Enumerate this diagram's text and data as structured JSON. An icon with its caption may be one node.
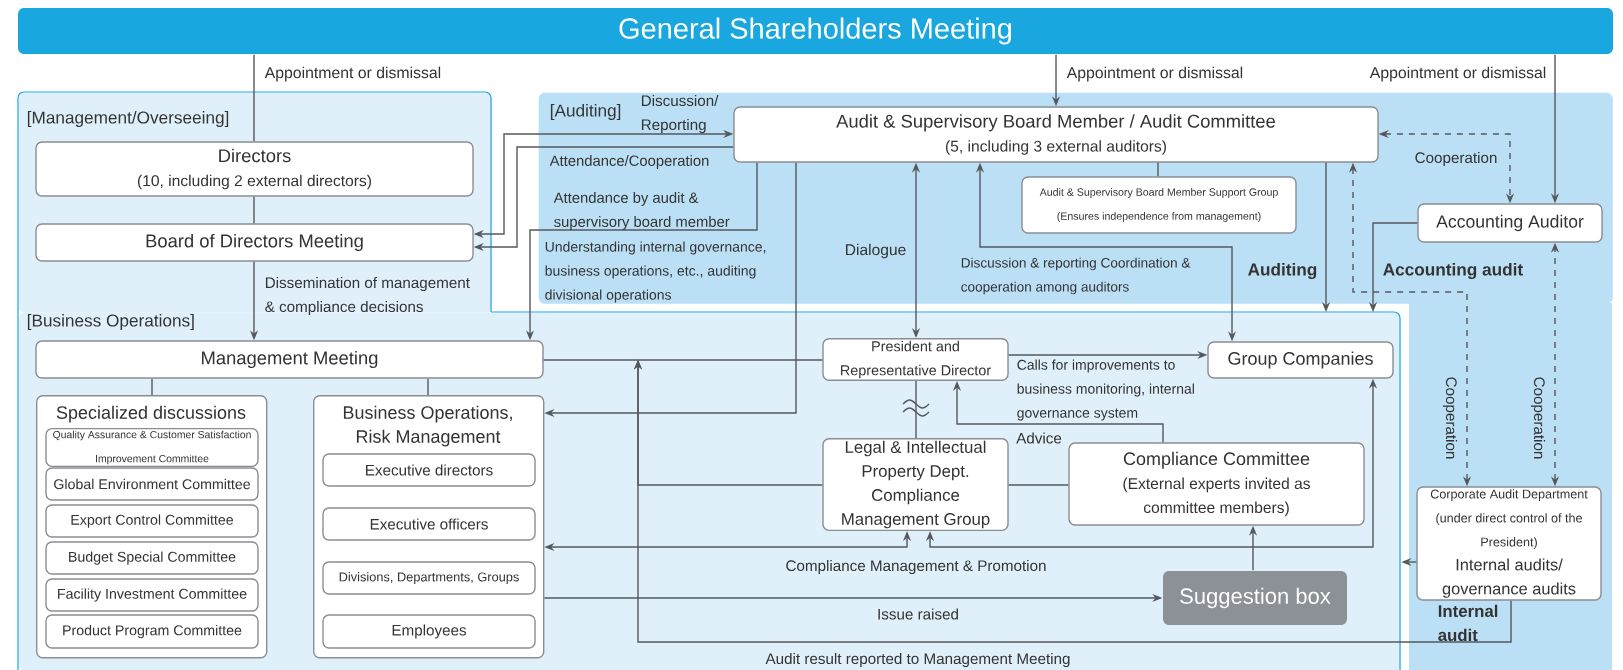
{
  "diagram": {
    "nodes": [
      {
        "text": [
          "General Shareholders Meeting"
        ]
      },
      {
        "text": [
          "[Management/Overseeing]"
        ]
      },
      {
        "text": [
          "Directors",
          "(10, including 2 external directors)"
        ],
        "in": 1
      },
      {
        "text": [
          "Board of Directors Meeting"
        ],
        "in": 1
      },
      {
        "text": [
          "[Auditing]"
        ]
      },
      {
        "text": [
          "Audit & Supervisory Board Member / Audit Committee",
          "(5, including 3 external auditors)"
        ],
        "in": 4
      },
      {
        "text": [
          "Audit & Supervisory Board Member Support Group",
          "(Ensures independence from management)"
        ],
        "in": 4
      },
      {
        "text": [
          "Accounting Auditor"
        ],
        "in": 4
      },
      {
        "text": [
          "[Business Operations]"
        ]
      },
      {
        "text": [
          "Management Meeting"
        ],
        "in": 8
      },
      {
        "text": [
          "Specialized discussions"
        ],
        "in": 8
      },
      {
        "text": [
          "Quality Assurance & Customer Satisfaction Improvement Committee"
        ],
        "in": 10
      },
      {
        "text": [
          "Global Environment Committee"
        ],
        "in": 10
      },
      {
        "text": [
          "Export Control Committee"
        ],
        "in": 10
      },
      {
        "text": [
          "Budget Special Committee"
        ],
        "in": 10
      },
      {
        "text": [
          "Facility Investment Committee"
        ],
        "in": 10
      },
      {
        "text": [
          "Product Program Committee"
        ],
        "in": 10
      },
      {
        "text": [
          "Business Operations, Risk Management"
        ],
        "in": 8
      },
      {
        "text": [
          "Executive directors"
        ],
        "in": 17
      },
      {
        "text": [
          "Executive officers"
        ],
        "in": 17
      },
      {
        "text": [
          "Divisions, Departments, Groups"
        ],
        "in": 17
      },
      {
        "text": [
          "Employees"
        ],
        "in": 17
      },
      {
        "text": [
          "President and Representative Director"
        ],
        "in": 8
      },
      {
        "text": [
          "Group Companies"
        ],
        "in": 8
      },
      {
        "text": [
          "Legal & Intellectual Property Dept. Compliance Management Group"
        ],
        "in": 8
      },
      {
        "text": [
          "Compliance Committee",
          "(External experts invited as committee members)"
        ],
        "in": 8
      },
      {
        "text": [
          "Suggestion box"
        ],
        "in": 8
      },
      {
        "text": [
          "Corporate Audit Department (under direct control of the President)",
          "Internal audits/ governance audits"
        ],
        "beside": [
          "Internal audit"
        ]
      }
    ],
    "edges": [
      {
        "from": 0,
        "to": 2,
        "arrow": "none",
        "label": "Appointment or dismissal"
      },
      {
        "from": 2,
        "to": 3,
        "arrow": "none"
      },
      {
        "from": 3,
        "to": 9,
        "arrow": "to",
        "label": "Dissemination of management & compliance decisions"
      },
      {
        "from": 0,
        "to": 5,
        "arrow": "to",
        "label": "Appointment or dismissal"
      },
      {
        "from": 0,
        "to": 7,
        "arrow": "to",
        "label": "Appointment or dismissal"
      },
      {
        "from": 3,
        "to": 5,
        "arrow": "both",
        "label": "Discussion/ Reporting"
      },
      {
        "from": 5,
        "to": 3,
        "arrow": "to",
        "label": "Attendance/Cooperation"
      },
      {
        "from": 5,
        "to": 9,
        "arrow": "to",
        "label": "Attendance by audit & supervisory board member"
      },
      {
        "from": 5,
        "to": 17,
        "arrow": "to",
        "label": "Understanding internal governance, business operations, etc., auditing divisional operations"
      },
      {
        "from": 22,
        "to": 5,
        "arrow": "both",
        "label": "Dialogue"
      },
      {
        "from": 23,
        "to": 5,
        "arrow": "both",
        "label": "Discussion & reporting Coordination & cooperation among auditors"
      },
      {
        "from": 5,
        "to": 8,
        "arrow": "to",
        "label": "Auditing"
      },
      {
        "from": 7,
        "to": 8,
        "arrow": "to",
        "label": "Accounting audit"
      },
      {
        "from": 5,
        "to": 7,
        "arrow": "both",
        "style": "dashed",
        "label": "Cooperation"
      },
      {
        "from": 27,
        "to": 5,
        "arrow": "both",
        "style": "dashed",
        "label": "Cooperation"
      },
      {
        "from": 27,
        "to": 7,
        "arrow": "both",
        "style": "dashed",
        "label": "Cooperation"
      },
      {
        "from": 27,
        "to": 8,
        "arrow": "to"
      },
      {
        "from": 27,
        "to": 9,
        "arrow": "to",
        "label": "Audit result reported to Management Meeting"
      },
      {
        "from": 9,
        "to": 22,
        "arrow": "none"
      },
      {
        "from": 22,
        "to": 23,
        "arrow": "to",
        "label": "Calls for improvements to business monitoring, internal governance system"
      },
      {
        "from": 22,
        "to": 24,
        "arrow": "none"
      },
      {
        "from": 25,
        "to": 22,
        "arrow": "to",
        "label": "Advice"
      },
      {
        "from": 24,
        "to": 9,
        "arrow": "to"
      },
      {
        "from": 24,
        "to": 25,
        "arrow": "none"
      },
      {
        "from": 24,
        "to": 17,
        "arrow": "both",
        "label": "Compliance Management & Promotion"
      },
      {
        "from": 24,
        "to": 23,
        "arrow": "both"
      },
      {
        "from": 17,
        "to": 26,
        "arrow": "to",
        "label": "Issue raised"
      },
      {
        "from": 26,
        "to": 25,
        "arrow": "to"
      },
      {
        "from": 9,
        "to": 10,
        "arrow": "none"
      },
      {
        "from": 9,
        "to": 17,
        "arrow": "none"
      },
      {
        "from": 5,
        "to": 6,
        "arrow": "none"
      }
    ]
  }
}
